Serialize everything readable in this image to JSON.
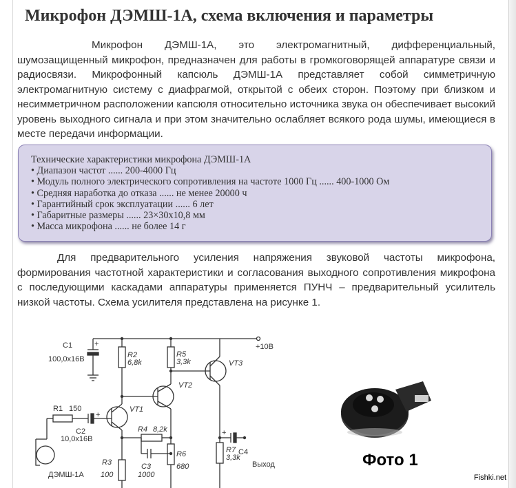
{
  "article": {
    "title": "Микрофон ДЭМШ-1А, схема включения и параметры",
    "para1": "Микрофон ДЭМШ-1А, это электромагнитный, дифференциальный, шумозащищенный микрофон, предназначен для работы в громкоговорящей аппаратуре связи и радиосвязи. Микрофонный капсюль ДЭМШ-1А представляет собой симметричную электромагнитную систему с диафрагмой, открытой с обеих сторон. Поэтому при близком и несимметричном расположении капсюля относительно источника звука он обеспечивает высокий уровень выходного сигнала и при этом значительно ослабляет всякого рода шумы, имеющиеся в месте передачи информации.",
    "para2": "Для предварительного усиления напряжения звуковой частоты микрофона, формирования частотной характеристики и согласования выходного сопротивления микрофона с последующими каскадами аппаратуры применяется ПУНЧ – предварительный усилитель низкой частоты. Схема усилителя представлена на рисунке 1."
  },
  "specs": {
    "heading": "Технические характеристики микрофона ДЭМШ-1А",
    "items": [
      "• Диапазон частот ...... 200-4000 Гц",
      "• Модуль полного электрического сопротивления на частоте 1000 Гц ...... 400-1000 Ом",
      "• Средняя наработка до отказа ...... не менее 20000 ч",
      "• Гарантийный срок эксплуатации ...... 6 лет",
      "• Габаритные размеры ...... 23×30х10,8 мм",
      "• Масса микрофона ...... не более 14 г"
    ]
  },
  "schematic": {
    "c1_name": "C1",
    "c1_value": "100,0x16В",
    "c1_plus": "+",
    "r1_name": "R1",
    "r1_value": "150",
    "c2_name": "C2",
    "c2_value": "10,0x16В",
    "c2_plus": "+",
    "r2_name": "R2",
    "r2_value": "6,8k",
    "r3_name": "R3",
    "r3_value": "100",
    "r4_name": "R4",
    "r4_value": "8,2k",
    "c3_name": "C3",
    "c3_value": "1000",
    "r5_name": "R5",
    "r5_value": "3,3k",
    "r6_name": "R6",
    "r6_value": "680",
    "r7_name": "R7",
    "r7_value": "3,3k",
    "c4_name": "C4",
    "c4_plus": "+",
    "vt1": "VT1",
    "vt2": "VT2",
    "vt3": "VT3",
    "supply": "+10В",
    "mic_label": "ДЭМШ-1А",
    "output_label": "Выход"
  },
  "photo": {
    "caption": "Фото 1"
  },
  "watermark": "Fishki.net",
  "colors": {
    "text": "#333333",
    "box_bg": "#d8d4e9",
    "box_border": "#8a80b4"
  }
}
